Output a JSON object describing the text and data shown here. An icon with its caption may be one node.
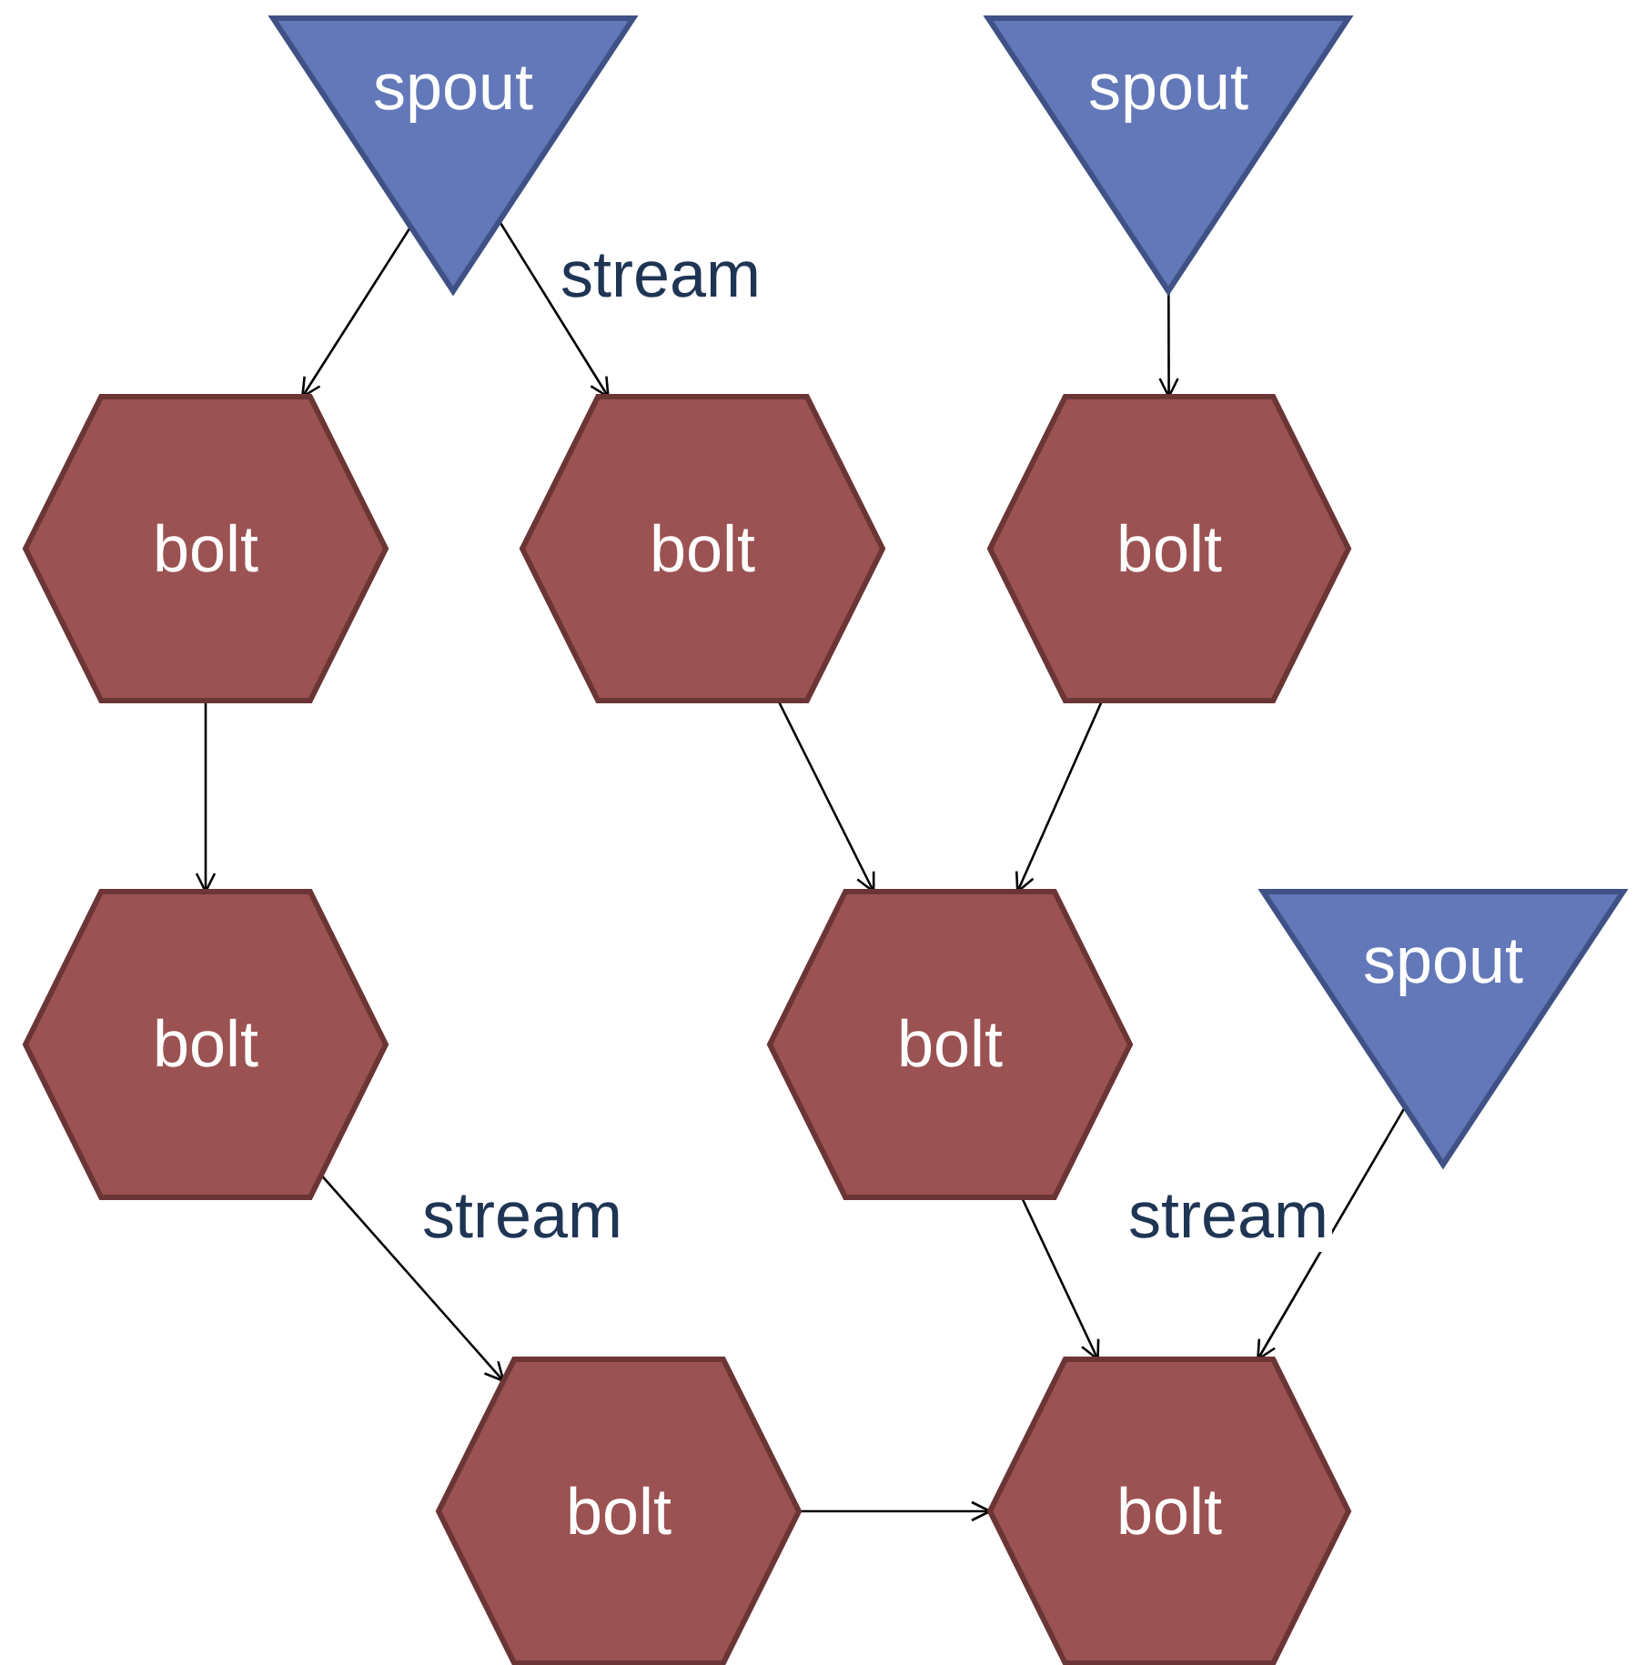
{
  "diagram": {
    "nodes": [
      {
        "text": [
          "spout"
        ]
      },
      {
        "text": [
          "spout"
        ]
      },
      {
        "text": [
          "bolt"
        ]
      },
      {
        "text": [
          "bolt"
        ]
      },
      {
        "text": [
          "bolt"
        ]
      },
      {
        "text": [
          "bolt"
        ]
      },
      {
        "text": [
          "bolt"
        ]
      },
      {
        "text": [
          "spout"
        ]
      },
      {
        "text": [
          "bolt"
        ]
      },
      {
        "text": [
          "bolt"
        ]
      }
    ],
    "edges": [
      {
        "from": 0,
        "to": 2,
        "arrow": "to"
      },
      {
        "from": 0,
        "to": 3,
        "arrow": "to",
        "label": "stream"
      },
      {
        "from": 1,
        "to": 4,
        "arrow": "to"
      },
      {
        "from": 2,
        "to": 5,
        "arrow": "to"
      },
      {
        "from": 3,
        "to": 6,
        "arrow": "to"
      },
      {
        "from": 4,
        "to": 6,
        "arrow": "to"
      },
      {
        "from": 5,
        "to": 8,
        "arrow": "to",
        "label": "stream"
      },
      {
        "from": 6,
        "to": 9,
        "arrow": "to"
      },
      {
        "from": 7,
        "to": 9,
        "arrow": "to",
        "label": "stream"
      },
      {
        "from": 8,
        "to": 9,
        "arrow": "to"
      }
    ]
  }
}
